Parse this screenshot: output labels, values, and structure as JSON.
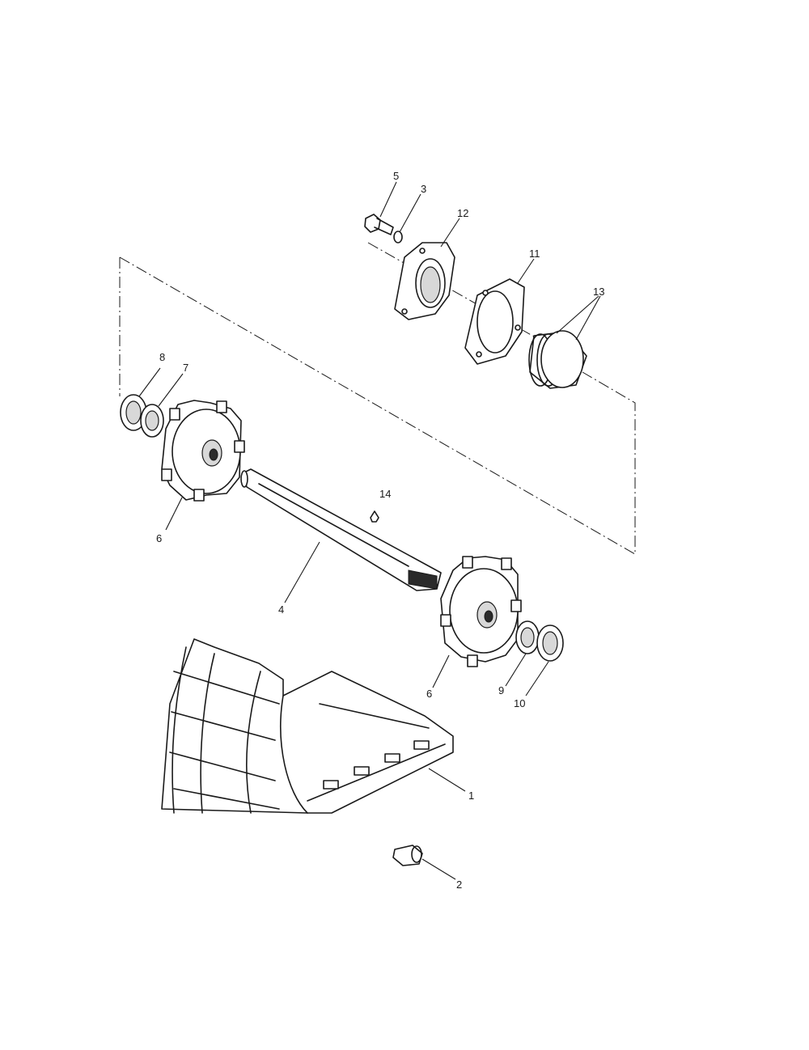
{
  "callouts": {
    "c1": "1",
    "c2": "2",
    "c3": "3",
    "c4": "4",
    "c5": "5",
    "c6a": "6",
    "c6b": "6",
    "c7": "7",
    "c8": "8",
    "c9": "9",
    "c10": "10",
    "c11": "11",
    "c12": "12",
    "c13": "13",
    "c14": "14"
  }
}
